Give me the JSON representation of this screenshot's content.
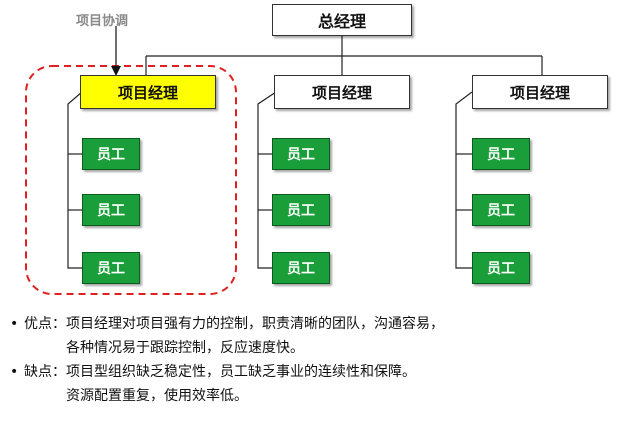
{
  "diagram": {
    "coordination_label": "项目协调",
    "general_manager": "总经理",
    "departments": [
      {
        "manager": "项目经理",
        "highlighted": true,
        "staff": [
          "员工",
          "员工",
          "员工"
        ]
      },
      {
        "manager": "项目经理",
        "highlighted": false,
        "staff": [
          "员工",
          "员工",
          "员工"
        ]
      },
      {
        "manager": "项目经理",
        "highlighted": false,
        "staff": [
          "员工",
          "员工",
          "员工"
        ]
      }
    ],
    "colors": {
      "highlight": "#ffff00",
      "staff": "#1a9e3a",
      "coordination_outline": "#e02020"
    }
  },
  "notes": [
    {
      "bullet": "•",
      "tag": "优点：",
      "lines": [
        "项目经理对项目强有力的控制，职责清晰的团队，沟通容易，",
        "各种情况易于跟踪控制，反应速度快。"
      ]
    },
    {
      "bullet": "•",
      "tag": "缺点：",
      "lines": [
        "项目型组织缺乏稳定性，员工缺乏事业的连续性和保障。",
        "资源配置重复，使用效率低。"
      ]
    }
  ]
}
